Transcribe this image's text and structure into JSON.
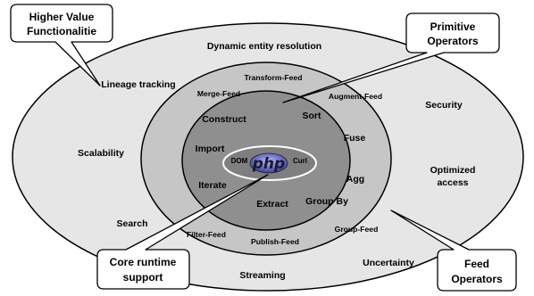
{
  "callouts": {
    "top_left": [
      "Higher Value",
      "Functionalitie"
    ],
    "top_right": [
      "Primitive",
      "Operators"
    ],
    "bottom_left": [
      "Core runtime",
      "support"
    ],
    "bottom_right": [
      "Feed",
      "Operators"
    ]
  },
  "outer_ring": {
    "dynamic_entity_resolution": "Dynamic entity resolution",
    "lineage_tracking": "Lineage tracking",
    "security": "Security",
    "scalability": "Scalability",
    "optimized_access": [
      "Optimized",
      "access"
    ],
    "search": "Search",
    "streaming": "Streaming",
    "uncertainty": "Uncertainty"
  },
  "middle_ring": {
    "transform_feed": "Transform-Feed",
    "merge_feed": "Merge-Feed",
    "augment_feed": "Augment-Feed",
    "filter_feed": "Filter-Feed",
    "publish_feed": "Publish-Feed",
    "group_feed": "Group-Feed"
  },
  "inner_ring": {
    "construct": "Construct",
    "sort": "Sort",
    "fuse": "Fuse",
    "import": "Import",
    "agg": "Agg",
    "iterate": "Iterate",
    "extract": "Extract",
    "group_by": "Group By"
  },
  "core": {
    "dom": "DOM",
    "php": "php",
    "curl": "Curl"
  },
  "colors": {
    "outer_fill": "#e6e6e6",
    "middle_fill": "#c6c6c6",
    "inner_fill": "#8f8f8f",
    "core_fill": "#7f7f7f",
    "php_badge": "#6a6fc4"
  }
}
